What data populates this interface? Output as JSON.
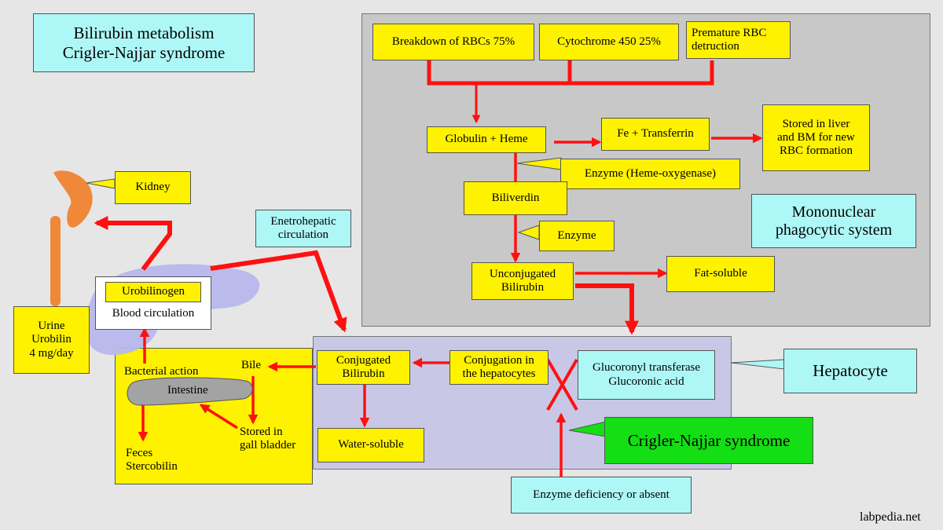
{
  "title": {
    "line1": "Bilirubin metabolism",
    "line2": "Crigler-Najjar syndrome"
  },
  "sources": {
    "rbc_breakdown": "Breakdown of RBCs 75%",
    "cytochrome": "Cytochrome 450 25%",
    "premature": {
      "line1": "Premature RBC",
      "line2": "detruction"
    }
  },
  "nodes": {
    "globulin_heme": "Globulin + Heme",
    "fe_transferrin": "Fe + Transferrin",
    "stored_liver": {
      "line1": "Stored in liver",
      "line2": "and BM for new",
      "line3": "RBC formation"
    },
    "heme_oxygenase": "Enzyme (Heme-oxygenase)",
    "biliverdin": "Biliverdin",
    "enzyme": "Enzyme",
    "unconjugated": {
      "line1": "Unconjugated",
      "line2": "Bilirubin"
    },
    "fat_soluble": "Fat-soluble",
    "mononuclear": {
      "line1": "Mononuclear",
      "line2": "phagocytic system"
    },
    "conjugation": {
      "line1": "Conjugation in",
      "line2": "the hepatocytes"
    },
    "glucoronyl": {
      "line1": "Glucoronyl transferase",
      "line2": "Glucoronic acid"
    },
    "hepatocyte": "Hepatocyte",
    "conjugated": {
      "line1": "Conjugated",
      "line2": "Bilirubin"
    },
    "water_soluble": "Water-soluble",
    "crigler": "Crigler-Najjar syndrome",
    "enzyme_deficiency": "Enzyme deficiency or absent",
    "kidney": "Kidney",
    "enterohepatic": {
      "line1": "Enetrohepatic",
      "line2": "circulation"
    },
    "urobilinogen": "Urobilinogen",
    "blood_circulation": "Blood circulation",
    "urine": {
      "line1": "Urine",
      "line2": "Urobilin",
      "line3": "4 mg/day"
    },
    "bacterial_action": "Bacterial action",
    "bile": "Bile",
    "intestine": "Intestine",
    "stored_gall": {
      "line1": "Stored in",
      "line2": "gall bladder"
    },
    "feces": {
      "line1": "Feces",
      "line2": "Stercobilin"
    }
  },
  "watermark": "labpedia.net",
  "colors": {
    "arrow": "#ff1010",
    "yellow_box": "#fff200",
    "cyan_box": "#aef7f7",
    "green_box": "#14de14",
    "panel_gray": "#c8c8c8",
    "panel_lavender": "#c9c7e6",
    "kidney": "#f0883a"
  }
}
